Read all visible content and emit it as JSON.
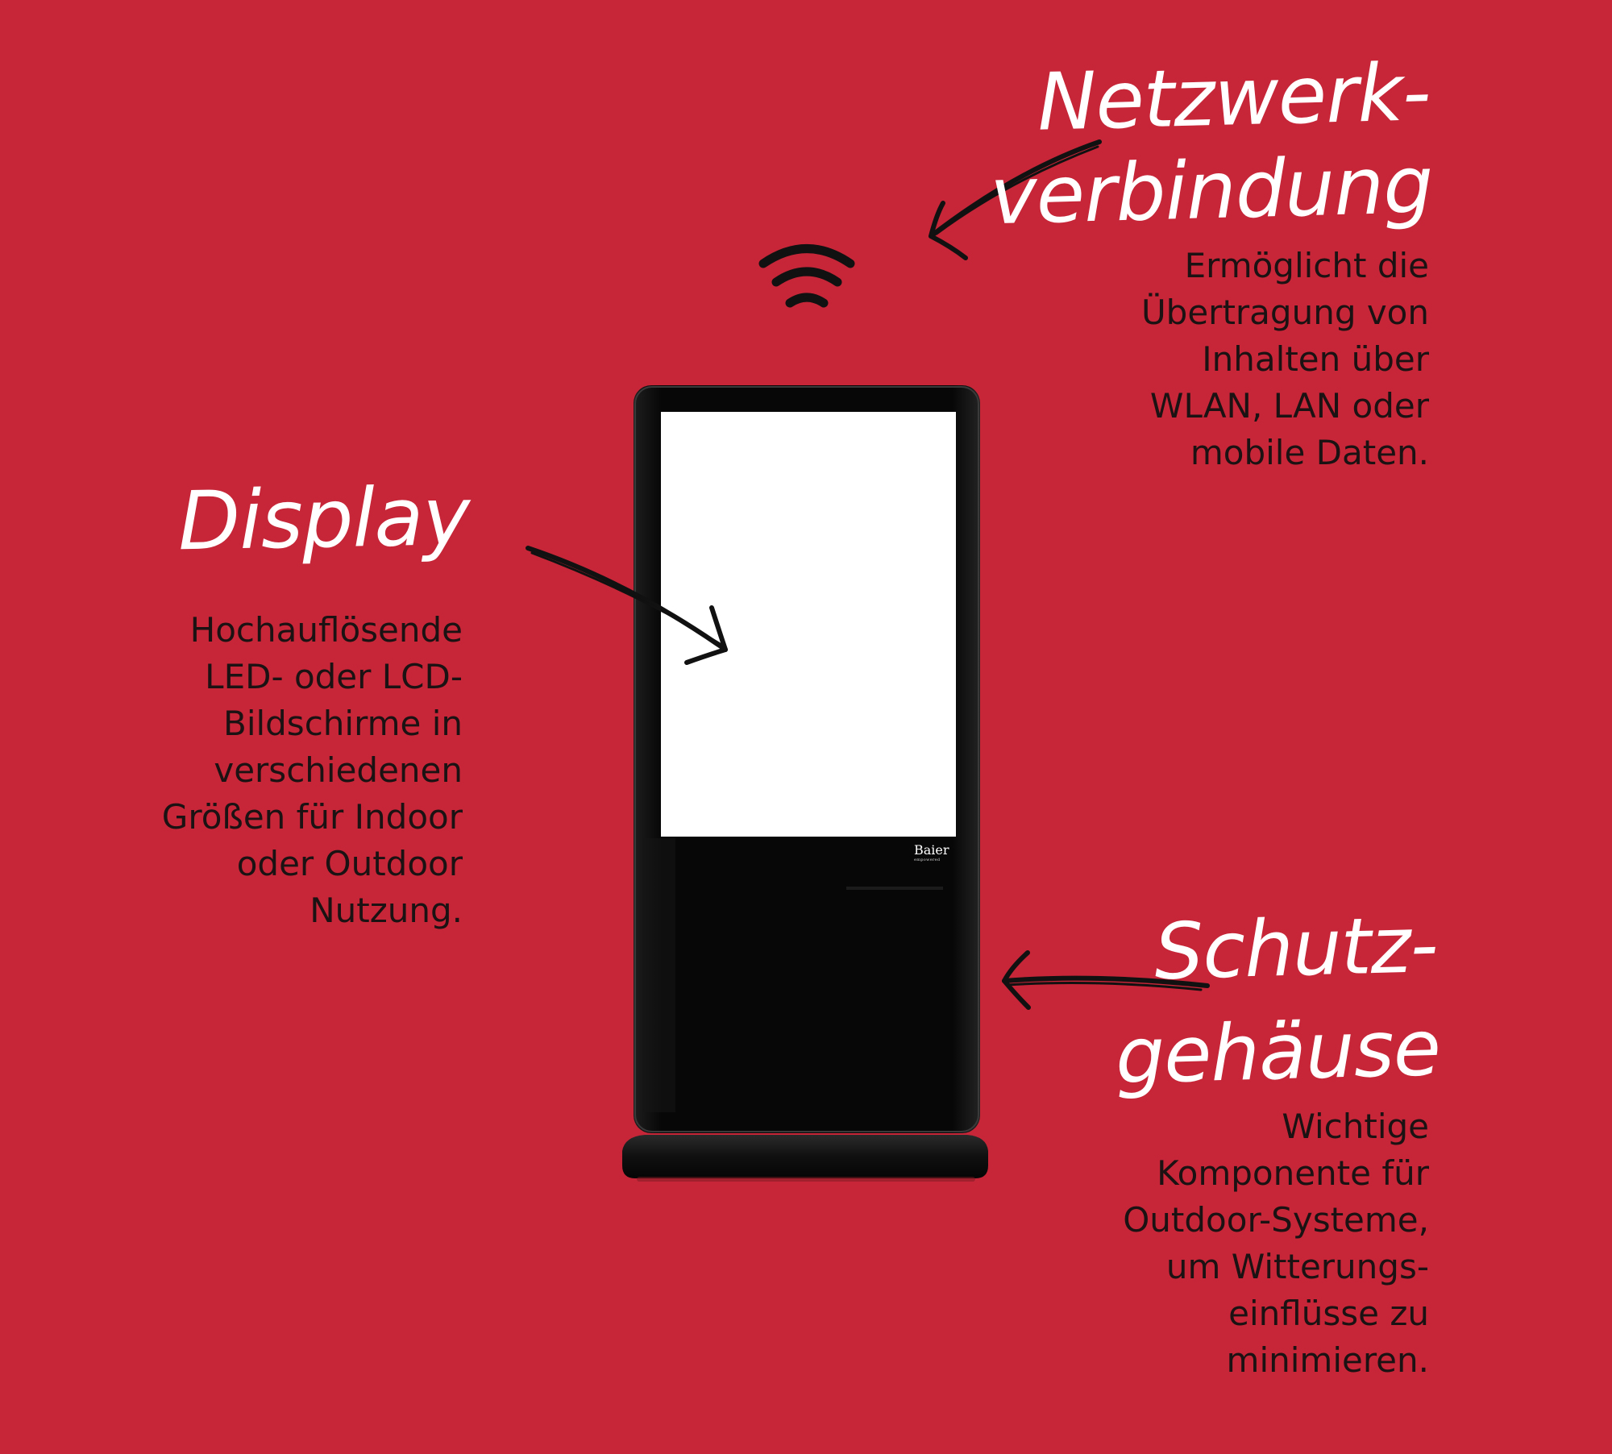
{
  "colors": {
    "background": "#c62638",
    "title_text": "#ffffff",
    "body_text": "#1a1213",
    "device_body": "#0a0a0a",
    "screen": "#ffffff",
    "arrow": "#111111"
  },
  "annotations": {
    "network": {
      "title_lines": [
        "Netzwerk-",
        "verbindung"
      ],
      "description_lines": [
        "Ermöglicht die",
        "Übertragung von",
        "Inhalten über",
        "WLAN, LAN oder",
        "mobile Daten."
      ],
      "icon": "wifi-icon"
    },
    "display": {
      "title_lines": [
        "Display"
      ],
      "description_lines": [
        "Hochauflösende",
        "LED- oder LCD-",
        "Bildschirme in",
        "verschiedenen",
        "Größen für Indoor",
        "oder Outdoor",
        "Nutzung."
      ]
    },
    "housing": {
      "title_lines": [
        "Schutz-",
        "gehäuse"
      ],
      "description_lines": [
        "Wichtige",
        "Komponente für",
        "Outdoor-Systeme,",
        "um Witterungs-",
        "einflüsse zu",
        "minimieren."
      ]
    }
  },
  "device": {
    "brand_main": "Baier",
    "brand_sub": "empowered"
  }
}
